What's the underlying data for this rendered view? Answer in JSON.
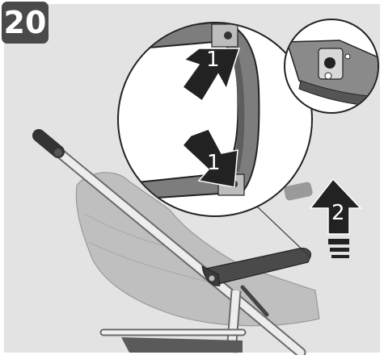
{
  "step": {
    "number": "20"
  },
  "callouts": {
    "release_top": "1",
    "release_bottom": "1",
    "lift": "2"
  },
  "colors": {
    "background": "#e3e3e3",
    "badge": "#4a4a4a",
    "arrow": "#222222",
    "frame": "#e9e9e9",
    "handle_grip": "#3a3a3a"
  },
  "icons": [
    "release-arrow-icon",
    "lift-arrow-icon",
    "release-button-icon"
  ]
}
